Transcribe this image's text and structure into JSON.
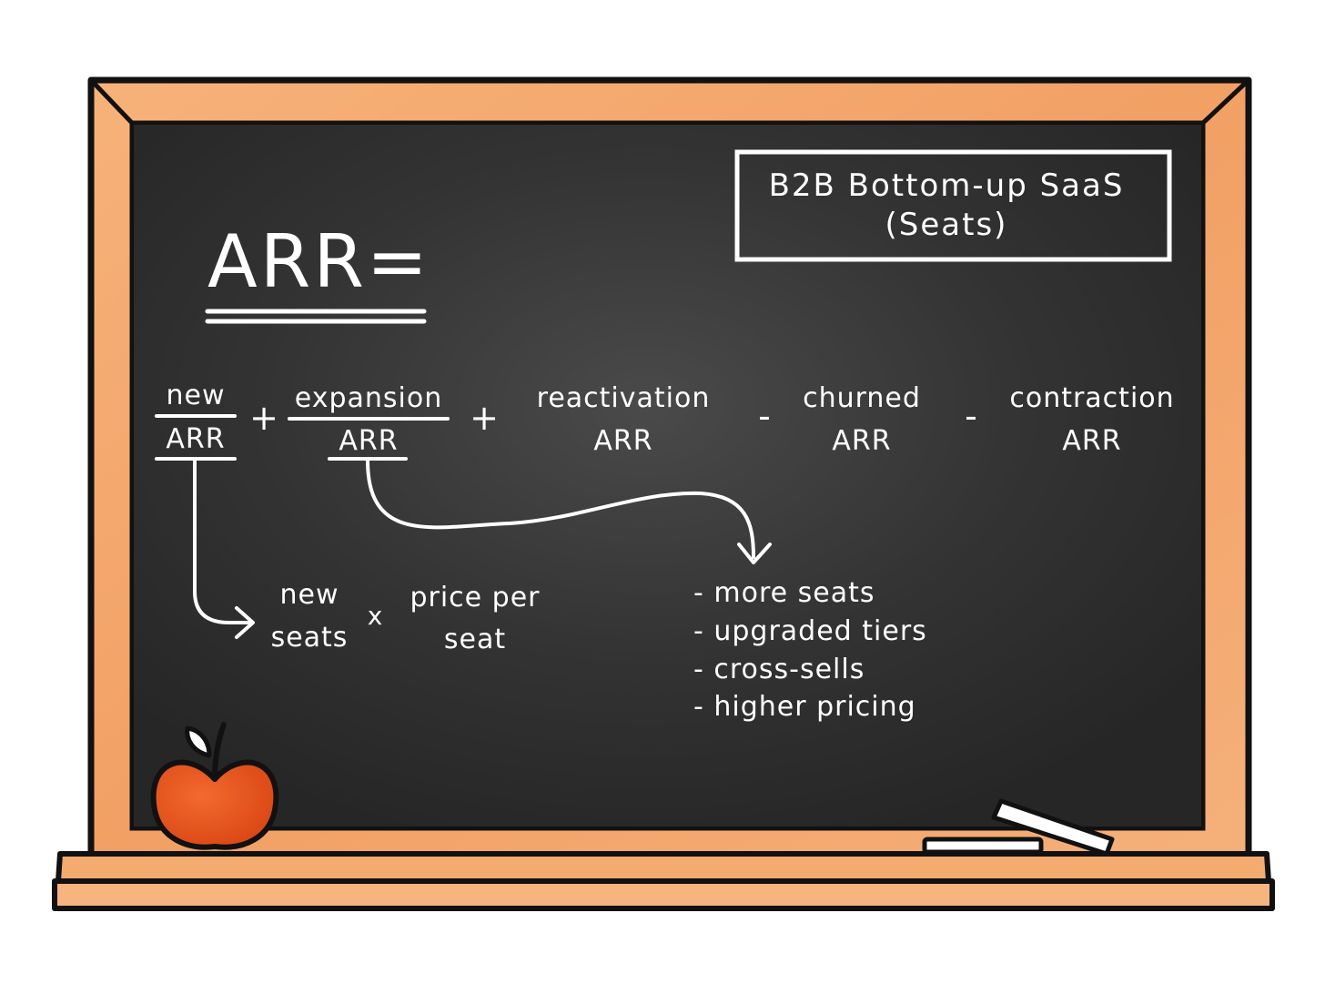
{
  "board": {
    "title_line1": "B2B Bottom-up SaaS",
    "title_line2": "(Seats)",
    "formula_lhs": "ARR="
  },
  "terms": [
    {
      "top": "new",
      "bottom": "ARR"
    },
    {
      "top": "expansion",
      "bottom": "ARR"
    },
    {
      "top": "reactivation",
      "bottom": "ARR"
    },
    {
      "top": "churned",
      "bottom": "ARR"
    },
    {
      "top": "contraction",
      "bottom": "ARR"
    }
  ],
  "operators": [
    "+",
    "+",
    "-",
    "-"
  ],
  "new_breakdown": {
    "a_top": "new",
    "a_bottom": "seats",
    "times": "x",
    "b_top": "price per",
    "b_bottom": "seat"
  },
  "expansion_breakdown": [
    "- more seats",
    "- upgraded tiers",
    "- cross-sells",
    "- higher pricing"
  ],
  "colors": {
    "board": "#2e2e2e",
    "frame": "#f3a86a",
    "chalk": "#ffffff",
    "apple": "#e8541f"
  },
  "icons": [
    "apple-icon",
    "chalk-icon"
  ]
}
